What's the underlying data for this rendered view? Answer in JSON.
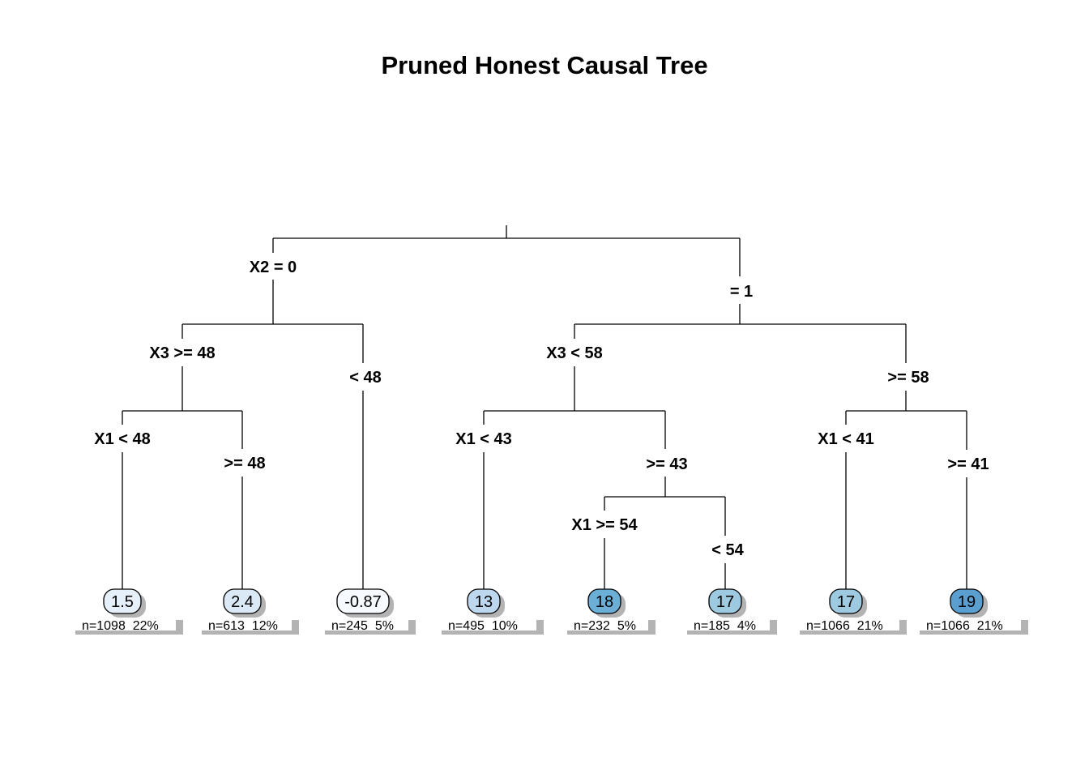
{
  "title": "Pruned Honest Causal Tree",
  "colors": {
    "leaf_fill": {
      "-0.87": "#f7fbff",
      "1.5": "#e6f0fa",
      "2.4": "#dbe9f6",
      "13": "#bdd7ee",
      "17": "#9ecae1",
      "18": "#6baed6",
      "19": "#5a9fd0"
    },
    "shadow": "#b3b3b3",
    "edge": "#000000"
  },
  "split_labels": [
    {
      "id": "root-left",
      "text": "X2 = 0"
    },
    {
      "id": "root-right",
      "text": "= 1"
    },
    {
      "id": "n2-left",
      "text": "X3 >= 48"
    },
    {
      "id": "n2-right",
      "text": "< 48"
    },
    {
      "id": "n3-left",
      "text": "X3 < 58"
    },
    {
      "id": "n3-right",
      "text": ">= 58"
    },
    {
      "id": "n4-left",
      "text": "X1 < 48"
    },
    {
      "id": "n4-right",
      "text": ">= 48"
    },
    {
      "id": "n6-left",
      "text": "X1 < 43"
    },
    {
      "id": "n6-right",
      "text": ">= 43"
    },
    {
      "id": "n7-left",
      "text": "X1 < 41"
    },
    {
      "id": "n7-right",
      "text": ">= 41"
    },
    {
      "id": "n13-left",
      "text": "X1 >= 54"
    },
    {
      "id": "n13-right",
      "text": "< 54"
    }
  ],
  "leaves": [
    {
      "value": "1.5",
      "info": "n=1098  22%"
    },
    {
      "value": "2.4",
      "info": "n=613  12%"
    },
    {
      "value": "-0.87",
      "info": "n=245  5%"
    },
    {
      "value": "13",
      "info": "n=495  10%"
    },
    {
      "value": "18",
      "info": "n=232  5%"
    },
    {
      "value": "17",
      "info": "n=185  4%"
    },
    {
      "value": "17",
      "info": "n=1066  21%"
    },
    {
      "value": "19",
      "info": "n=1066  21%"
    }
  ]
}
